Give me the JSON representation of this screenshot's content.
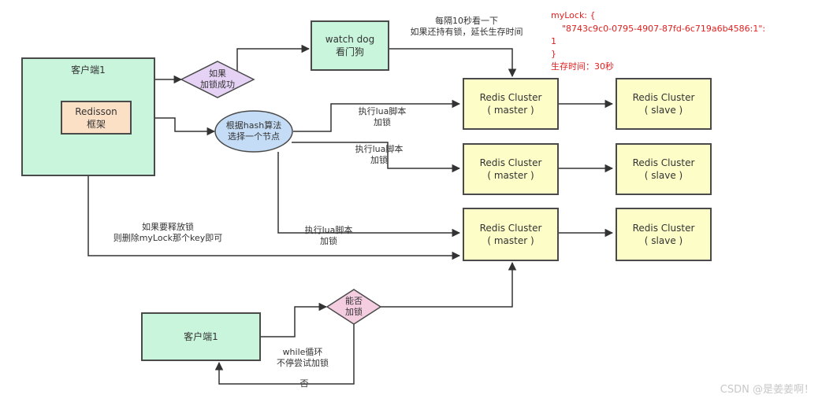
{
  "client1": {
    "title": "客户端1"
  },
  "redisson": {
    "line1": "Redisson",
    "line2": "框架"
  },
  "decision_lock": {
    "line1": "如果",
    "line2": "加锁成功"
  },
  "watchdog": {
    "line1": "watch dog",
    "line2": "看门狗"
  },
  "watchdog_note": {
    "line1": "每隔10秒看一下",
    "line2": "如果还持有锁，延长生存时间"
  },
  "hash_node": {
    "line1": "根据hash算法",
    "line2": "选择一个节点"
  },
  "lua_labels": [
    {
      "line1": "执行lua脚本",
      "line2": "加锁"
    },
    {
      "line1": "执行lua脚本",
      "line2": "加锁"
    },
    {
      "line1": "执行lua脚本",
      "line2": "加锁"
    }
  ],
  "masters": [
    {
      "line1": "Redis Cluster",
      "line2": "( master )"
    },
    {
      "line1": "Redis Cluster",
      "line2": "( master )"
    },
    {
      "line1": "Redis Cluster",
      "line2": "( master )"
    }
  ],
  "slaves": [
    {
      "line1": "Redis Cluster",
      "line2": "( slave )"
    },
    {
      "line1": "Redis Cluster",
      "line2": "( slave )"
    },
    {
      "line1": "Redis Cluster",
      "line2": "( slave )"
    }
  ],
  "release_note": {
    "line1": "如果要释放锁",
    "line2": "则删除myLock那个key即可"
  },
  "client2": {
    "title": "客户端1"
  },
  "decision_can_lock": {
    "line1": "能否",
    "line2": "加锁"
  },
  "while_note": {
    "line1": "while循环",
    "line2": "不停尝试加锁"
  },
  "no_label": "否",
  "mylock": {
    "line1": "myLock: {",
    "line2": "\"8743c9c0-0795-4907-87fd-6c719a6b4586:1\":",
    "line3": "1",
    "line4": "}",
    "line5": "生存时间：30秒"
  },
  "watermark": "CSDN @是姜姜啊！",
  "colors": {
    "client": "#c8f5dc",
    "redis": "#fdfdc8",
    "redisson": "#fce0c6",
    "diamond": "#e6d2f5",
    "hash_node": "#c4dcf5",
    "note": "#e02020"
  }
}
